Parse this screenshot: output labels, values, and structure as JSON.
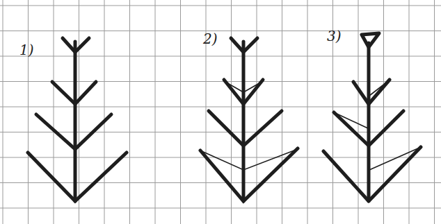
{
  "diagram": {
    "labels": [
      "1)",
      "2)",
      "3)"
    ]
  }
}
